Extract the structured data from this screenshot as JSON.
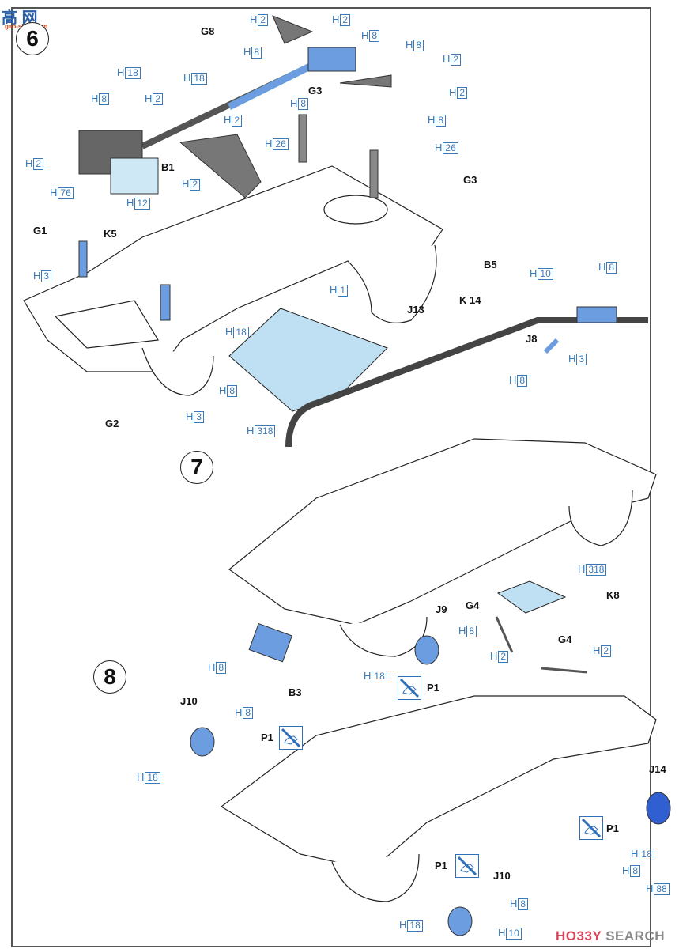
{
  "watermark_top": {
    "chars": "高 网",
    "sub": "gao-shan.com"
  },
  "watermark_bottom": {
    "brand_a": "HO33Y",
    "brand_b": " SEARCH"
  },
  "steps": [
    {
      "num": "6"
    },
    {
      "num": "7"
    },
    {
      "num": "8"
    }
  ],
  "colors": {
    "accent_blue": "#6b9de0",
    "label_blue": "#3a7ab8",
    "light_blue": "#bfe0f2",
    "dark_gray": "#555555"
  },
  "parts": {
    "G8": "G8",
    "G3a": "G3",
    "G3b": "G3",
    "B1": "B1",
    "G1": "G1",
    "K5": "K5",
    "B5": "B5",
    "G2": "G2",
    "J13": "J13",
    "K14": "K 14",
    "J8": "J8",
    "J9": "J9",
    "B3": "B3",
    "G4a": "G4",
    "G4b": "G4",
    "K8": "K8",
    "J10a": "J10",
    "P1a": "P1",
    "P1b": "P1",
    "P1c": "P1",
    "P1d": "P1",
    "J14": "J14",
    "J10b": "J10"
  },
  "paint_labels": [
    {
      "prefix": "H",
      "code": "2"
    },
    {
      "prefix": "H",
      "code": "2"
    },
    {
      "prefix": "H",
      "code": "8"
    },
    {
      "prefix": "H",
      "code": "8"
    },
    {
      "prefix": "H",
      "code": "2"
    },
    {
      "prefix": "H",
      "code": "2"
    },
    {
      "prefix": "H",
      "code": "8"
    },
    {
      "prefix": "H",
      "code": "18"
    },
    {
      "prefix": "H",
      "code": "18"
    },
    {
      "prefix": "H",
      "code": "8"
    },
    {
      "prefix": "H",
      "code": "2"
    },
    {
      "prefix": "H",
      "code": "8"
    },
    {
      "prefix": "H",
      "code": "2"
    },
    {
      "prefix": "H",
      "code": "26"
    },
    {
      "prefix": "H",
      "code": "8"
    },
    {
      "prefix": "H",
      "code": "26"
    },
    {
      "prefix": "H",
      "code": "2"
    },
    {
      "prefix": "H",
      "code": "76"
    },
    {
      "prefix": "H",
      "code": "2"
    },
    {
      "prefix": "H",
      "code": "12"
    },
    {
      "prefix": "H",
      "code": "3"
    },
    {
      "prefix": "H",
      "code": "1"
    },
    {
      "prefix": "H",
      "code": "18"
    },
    {
      "prefix": "H",
      "code": "8"
    },
    {
      "prefix": "H",
      "code": "3"
    },
    {
      "prefix": "H",
      "code": "318"
    },
    {
      "prefix": "H",
      "code": "10"
    },
    {
      "prefix": "H",
      "code": "8"
    },
    {
      "prefix": "H",
      "code": "3"
    },
    {
      "prefix": "H",
      "code": "8"
    },
    {
      "prefix": "H",
      "code": "318"
    },
    {
      "prefix": "H",
      "code": "8"
    },
    {
      "prefix": "H",
      "code": "8"
    },
    {
      "prefix": "H",
      "code": "18"
    },
    {
      "prefix": "H",
      "code": "2"
    },
    {
      "prefix": "H",
      "code": "2"
    },
    {
      "prefix": "H",
      "code": "8"
    },
    {
      "prefix": "H",
      "code": "18"
    },
    {
      "prefix": "H",
      "code": "18"
    },
    {
      "prefix": "H",
      "code": "8"
    },
    {
      "prefix": "H",
      "code": "88"
    },
    {
      "prefix": "H",
      "code": "8"
    },
    {
      "prefix": "H",
      "code": "18"
    },
    {
      "prefix": "H",
      "code": "10"
    }
  ]
}
